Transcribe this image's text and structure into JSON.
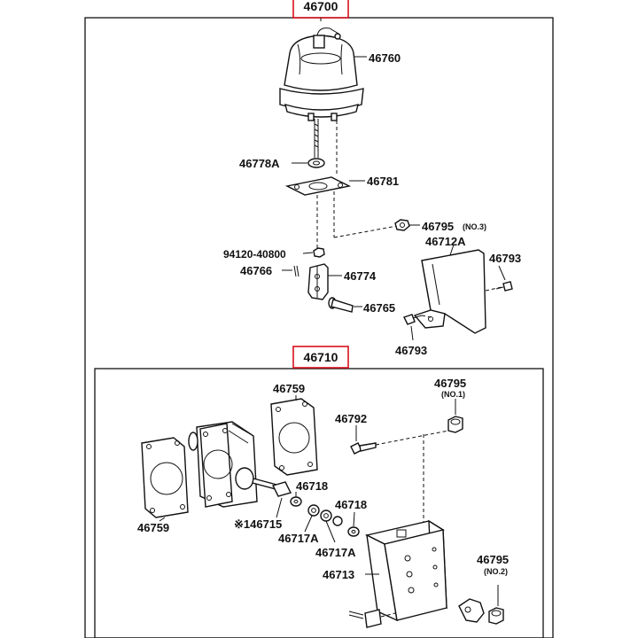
{
  "assemblies": {
    "upper": {
      "number": "46700",
      "highlight_color": "#d8101a"
    },
    "lower": {
      "number": "46710",
      "highlight_color": "#d8101a"
    }
  },
  "labels": {
    "l46760": "46760",
    "l46778A": "46778A",
    "l46781": "46781",
    "l46795_3": "46795",
    "l46795_3_note": "(NO.3)",
    "l46712A": "46712A",
    "l46793_a": "46793",
    "l94120": "94120-40800",
    "l46766": "46766",
    "l46774": "46774",
    "l46765": "46765",
    "l46793_b": "46793",
    "l46759_a": "46759",
    "l46795_1": "46795",
    "l46795_1_note": "(NO.1)",
    "l46792": "46792",
    "l46718_a": "46718",
    "l46718_b": "46718",
    "l46715": "※146715",
    "l46759_b": "46759",
    "l46717A_a": "46717A",
    "l46717A_b": "46717A",
    "l46713": "46713",
    "l46795_2": "46795",
    "l46795_2_note": "(NO.2)"
  }
}
